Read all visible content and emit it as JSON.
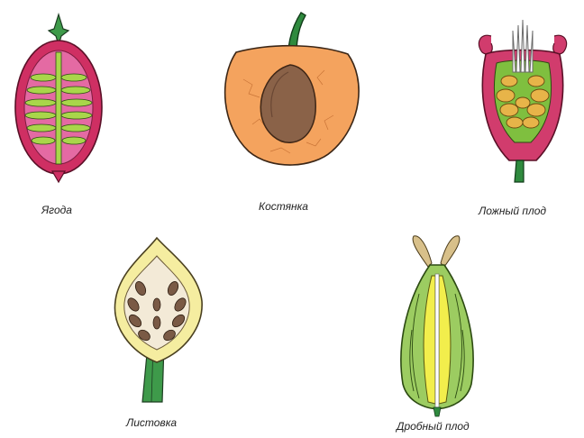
{
  "figure": {
    "fruits": [
      {
        "id": "berry",
        "label": "Ягода",
        "icon": "berry-cross-section"
      },
      {
        "id": "drupe",
        "label": "Костянка",
        "icon": "drupe-cross-section"
      },
      {
        "id": "false",
        "label": "Ложный плод",
        "icon": "false-fruit-cross-section"
      },
      {
        "id": "follicle",
        "label": "Листовка",
        "icon": "follicle-cross-section"
      },
      {
        "id": "schizo",
        "label": "Дробный плод",
        "icon": "schizocarp-cross-section"
      }
    ]
  },
  "colors": {
    "berry_outer": "#cf2f63",
    "berry_inner": "#e46aa3",
    "berry_seed": "#a9d64a",
    "drupe_flesh": "#f4a35e",
    "drupe_stone": "#8a6248",
    "stem_green": "#2f8a3e",
    "false_outer": "#d13c6d",
    "false_seed": "#e7b449",
    "follicle_wall": "#f5eda0",
    "follicle_inner": "#f3ead7",
    "follicle_seed": "#7a5a45",
    "schizo_green": "#9ccc61",
    "schizo_yellow": "#f2ee4c"
  }
}
